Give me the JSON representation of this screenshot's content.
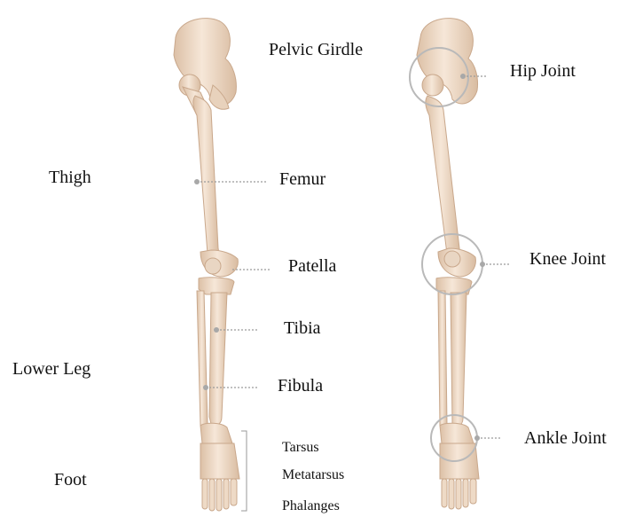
{
  "regions": {
    "thigh": "Thigh",
    "lower_leg": "Lower Leg",
    "foot": "Foot"
  },
  "bones": {
    "pelvic_girdle": "Pelvic Girdle",
    "femur": "Femur",
    "patella": "Patella",
    "tibia": "Tibia",
    "fibula": "Fibula",
    "tarsus": "Tarsus",
    "metatarsus": "Metatarsus",
    "phalanges": "Phalanges"
  },
  "joints": {
    "hip": "Hip Joint",
    "knee": "Knee Joint",
    "ankle": "Ankle Joint"
  },
  "colors": {
    "bone_fill": "#f1ddc9",
    "bone_shade": "#dcc0a6",
    "bone_edge": "#c9a88c",
    "leader": "#9a9a9a",
    "joint_ring": "#b9b9b9"
  }
}
